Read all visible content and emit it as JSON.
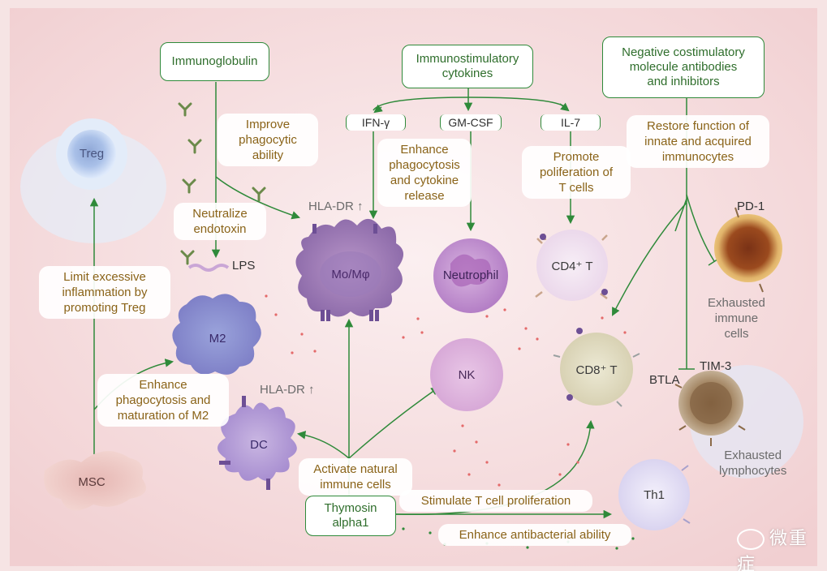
{
  "boxes": {
    "immunoglobulin": "Immunoglobulin",
    "immunostimulatory": "Immunostimulatory\ncytokines",
    "negative": "Negative costimulatory\nmolecule antibodies\nand inhibitors",
    "thymosin": "Thymosin\nalpha1"
  },
  "tags": {
    "ifn": "IFN-γ",
    "gmcsf": "GM-CSF",
    "il7": "IL-7"
  },
  "notes": {
    "improve": "Improve\nphagocytic\nability",
    "neutralize": "Neutralize\nendotoxin",
    "enhance_phago_cyto": "Enhance\nphagocytosis\nand cytokine\nrelease",
    "promote_prolif": "Promote\npoliferation of\nT cells",
    "restore": "Restore function of\ninnate and acquired\nimmunocytes",
    "limit": "Limit excessive\ninflammation by\npromoting Treg",
    "enhance_m2": "Enhance\nphagocytosis and\nmaturation of  M2",
    "activate": "Activate natural\nimmune cells",
    "stimulate_t": "Stimulate T cell proliferation",
    "antibacterial": "Enhance antibacterial ability"
  },
  "cells": {
    "treg": "Treg",
    "momphi": "Mo/Mφ",
    "neutrophil": "Neutrophil",
    "cd4": "CD4⁺ T",
    "m2": "M2",
    "nk": "NK",
    "cd8": "CD8⁺ T",
    "dc": "DC",
    "msc": "MSC",
    "th1": "Th1"
  },
  "labels": {
    "lps": "LPS",
    "hladr1": "HLA-DR",
    "hladr2": "HLA-DR",
    "pd1": "PD-1",
    "tim3": "TIM-3",
    "btla": "BTLA",
    "exhausted_immune": "Exhausted\nimmune\ncells",
    "exhausted_lymph": "Exhausted\nlymphocytes"
  },
  "watermark": "微重症",
  "colors": {
    "line": "#2f8a3a",
    "note_text": "#8a6318",
    "dots": "#e46a6a"
  }
}
